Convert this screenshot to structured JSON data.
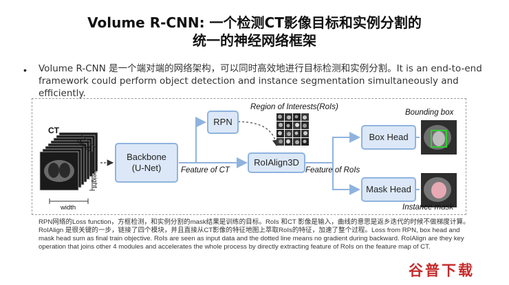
{
  "title": {
    "line1": "Volume R-CNN: 一个检测CT影像目标和实例分割的",
    "line2": "统一的神经网络框架"
  },
  "bullet": "Volume R-CNN 是一个端对端的网络架构，可以同时高效地进行目标检测和实例分割。It is an end-to-end framework could perform object detection and instance segmentation simultaneously and efficiently.",
  "diagram": {
    "ct_label": "CT",
    "depth_label": "depth",
    "height_label": "height",
    "width_label": "width",
    "backbone_line1": "Backbone",
    "backbone_line2": "(U-Net)",
    "rpn": "RPN",
    "roi_label": "Region of Interests(RoIs)",
    "roialign": "RoIAlign3D",
    "feature_ct": "Feature of CT",
    "feature_rois": "Feature of RoIs",
    "box_head": "Box Head",
    "mask_head": "Mask Head",
    "bounding_box_label": "Bounding box",
    "instance_mask_label": "Instance mask"
  },
  "colors": {
    "box_fill": "#dce8f7",
    "box_border": "#8fb3de",
    "arrow": "#8fb3de",
    "watermark": "#c52a2a"
  },
  "caption": "RPN网络的Loss function，方框检测，和实例分割的mask结果是训练的目标。RoIs 和CT 影像是输入，曲线的意思是返乡迭代的时候不做梯度计算。 RoIAlign 是很关键的一步，链接了四个模块，并且直接从CT影像的特征地图上萃取RoIs的特征，加速了整个过程。Loss from RPN, box head and mask head sum as final train objective. RoIs are seen as input data and the dotted line means no gradient during backward. RoIAlign are they key operation that joins other 4 modules and accelerates the whole process by directly extracting feature of RoIs on the feature map of CT.",
  "watermark": "谷普下载"
}
